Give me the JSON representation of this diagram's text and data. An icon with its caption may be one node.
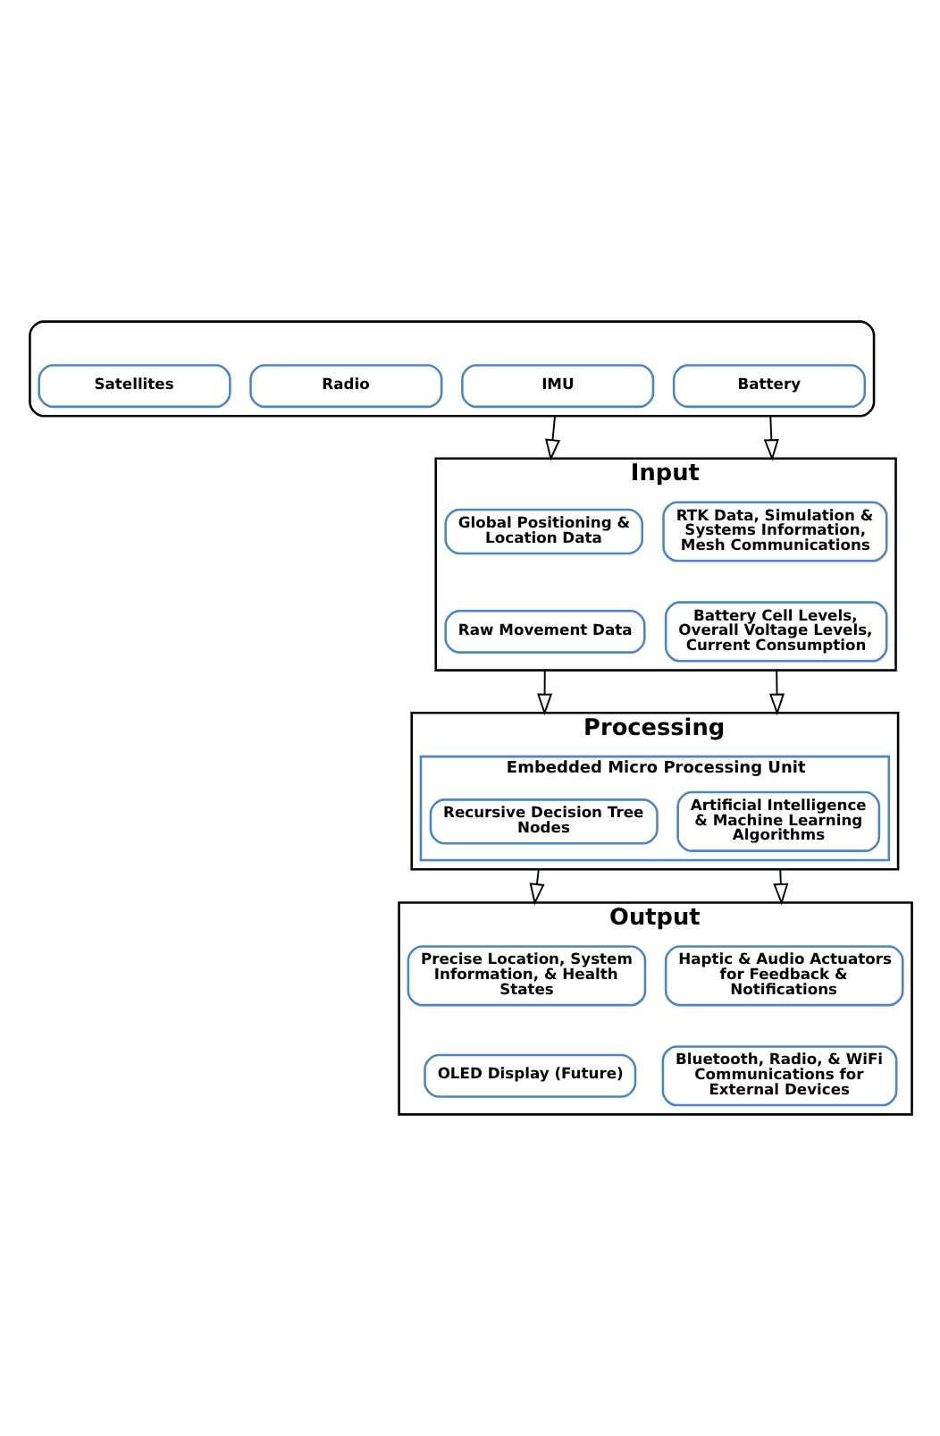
{
  "diagram": {
    "nodes": [
      {
        "text": [],
        "shape": "box"
      },
      {
        "text": [
          "Satellites"
        ],
        "in": 0
      },
      {
        "text": [
          "Radio"
        ],
        "in": 0
      },
      {
        "text": [
          "IMU"
        ],
        "in": 0
      },
      {
        "text": [
          "Battery"
        ],
        "in": 0
      },
      {
        "text": [
          "Input"
        ]
      },
      {
        "text": [
          "Global Positioning & Location Data"
        ],
        "in": 5
      },
      {
        "text": [
          "RTK Data, Simulation & Systems Information, Mesh Communications"
        ],
        "in": 5
      },
      {
        "text": [
          "Raw Movement Data"
        ],
        "in": 5
      },
      {
        "text": [
          "Battery Cell Levels, Overall Voltage Levels, Current Consumption"
        ],
        "in": 5
      },
      {
        "text": [
          "Processing"
        ]
      },
      {
        "text": [
          "Embedded Micro Processing Unit"
        ],
        "in": 10
      },
      {
        "text": [
          "Recursive Decision Tree Nodes"
        ],
        "in": 11
      },
      {
        "text": [
          "Artificial Intelligence & Machine Learning Algorithms"
        ],
        "in": 11
      },
      {
        "text": [
          "Output"
        ]
      },
      {
        "text": [
          "Precise Location, System Information, & Health States"
        ],
        "in": 14
      },
      {
        "text": [
          "Haptic & Audio Actuators for Feedback & Notifications"
        ],
        "in": 14
      },
      {
        "text": [
          "OLED Display (Future)"
        ],
        "in": 14
      },
      {
        "text": [
          "Bluetooth, Radio, & WiFi Communications for External Devices"
        ],
        "in": 14
      }
    ],
    "edges": [
      {
        "from": 0,
        "to": 5,
        "arrow": "to"
      },
      {
        "from": 0,
        "to": 5,
        "arrow": "to"
      },
      {
        "from": 5,
        "to": 10,
        "arrow": "to"
      },
      {
        "from": 5,
        "to": 10,
        "arrow": "to"
      },
      {
        "from": 10,
        "to": 14,
        "arrow": "to"
      },
      {
        "from": 10,
        "to": 14,
        "arrow": "to"
      }
    ]
  }
}
